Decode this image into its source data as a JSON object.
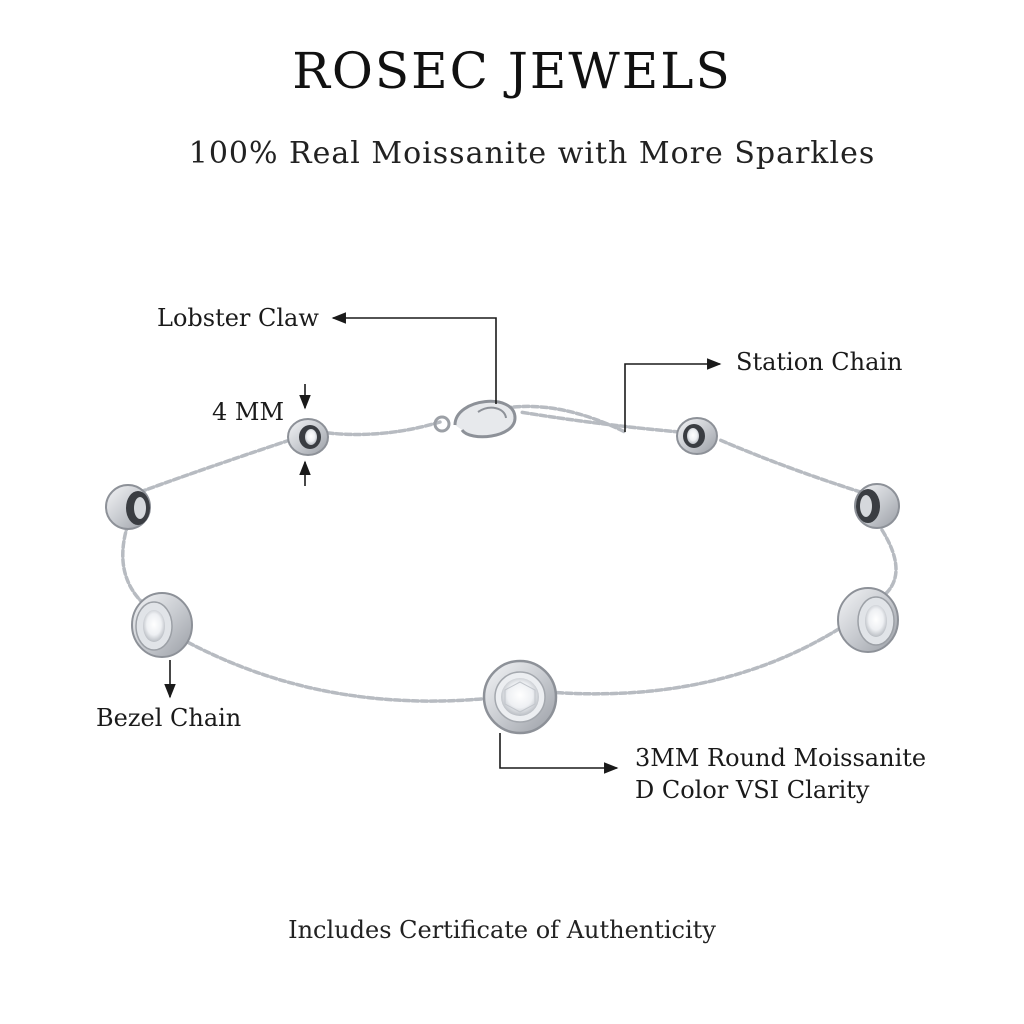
{
  "brand": "ROSEC JEWELS",
  "tagline": "100% Real Moissanite with More Sparkles",
  "labels": {
    "lobster_claw": "Lobster Claw",
    "station_chain": "Station Chain",
    "size": "4 MM",
    "bezel_chain": "Bezel Chain",
    "stone_line1": "3MM Round Moissanite",
    "stone_line2": "D Color VSI Clarity"
  },
  "footer": "Includes Certificate of Authenticity",
  "colors": {
    "metal": "#c9ccd1",
    "metal_dark": "#8d9198",
    "text": "#1a1a1a",
    "background": "#ffffff"
  }
}
